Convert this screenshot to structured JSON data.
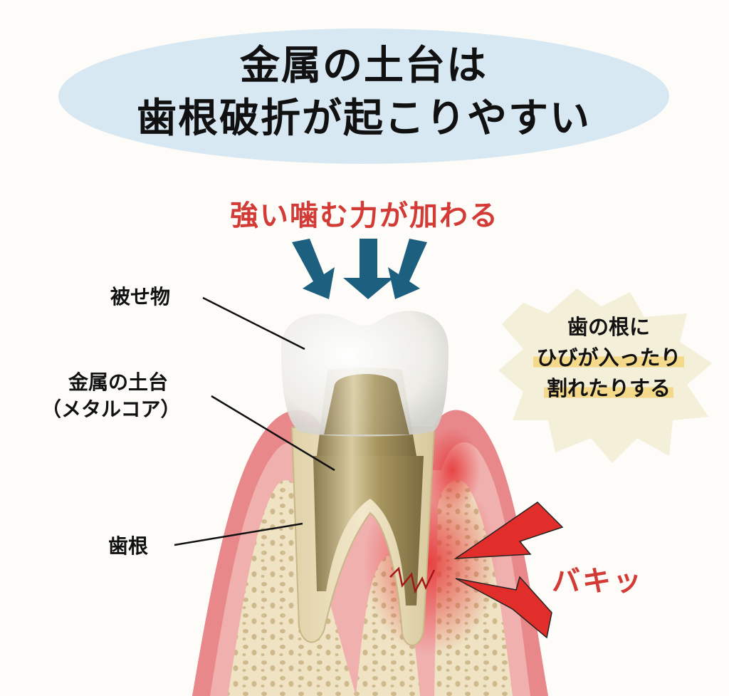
{
  "title": {
    "line1": "金属の土台は",
    "line2": "歯根破折が起こりやすい"
  },
  "force": {
    "label": "強い噛む力が加わる",
    "arrow_icon": "down-arrows-icon",
    "arrow_color": "#1d5f7e"
  },
  "labels": {
    "crown": "被せ物",
    "core_line1": "金属の土台",
    "core_line2": "（メタルコア）",
    "root": "歯根"
  },
  "callout": {
    "line1": "歯の根に",
    "line2": "ひびが入ったり",
    "line3": "割れたりする"
  },
  "effect": {
    "sound": "バキッ",
    "color": "#d23b36"
  },
  "colors": {
    "title_bubble": "#d8e8f2",
    "gum": "#e8888a",
    "bone": "#efe3c4",
    "crown": "#f2f2ef",
    "metal": "#b8a676",
    "callout_bg": "#f4efd9"
  }
}
